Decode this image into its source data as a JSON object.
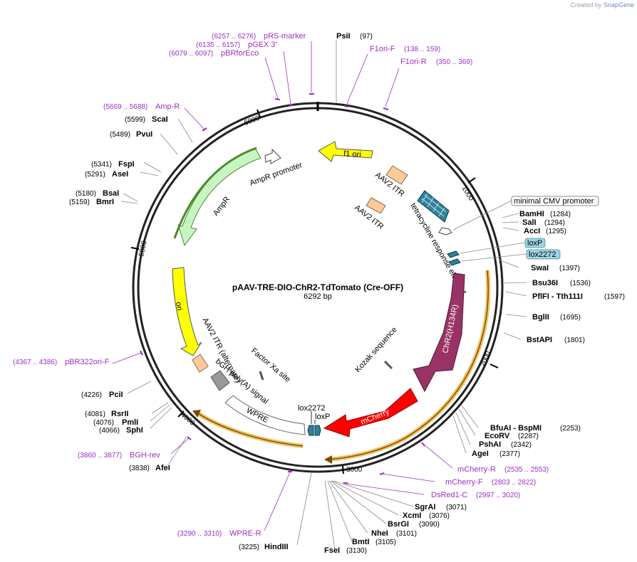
{
  "credit": {
    "prefix": "Created by",
    "brand": "SnapGene"
  },
  "plasmid": {
    "name": "pAAV-TRE-DIO-ChR2-TdTomato (Cre-OFF)",
    "size_label": "6292 bp"
  },
  "ticks": [
    "1000",
    "2000",
    "3000",
    "4000",
    "5000",
    "6000"
  ],
  "colors": {
    "ampr": "#c6f5c2",
    "ori": "#ffff00",
    "f1ori": "#ffff00",
    "itr": "#ffc99a",
    "chr2": "#993366",
    "mcherry": "#ff0000",
    "poly": "#999999",
    "primer": "#9b2fc7",
    "loxp": "#2e8299",
    "orf_gold": "#f0c060",
    "orf_dark": "#7a4a00",
    "ampr_dark": "#4d8a2a"
  },
  "features": {
    "f1ori": "f1 ori",
    "aav2itr_a": "AAV2 ITR",
    "aav2itr_b": "AAV2 ITR",
    "tre": "tetracycline response element",
    "minimal_cmv": "minimal CMV promoter",
    "loxp_box": "loxP",
    "lox2272_box": "lox2272",
    "chr2": "ChR2(H134R)",
    "kozak": "Kozak sequence",
    "mcherry": "mCherry",
    "lox2272": "lox2272",
    "loxp": "loxP",
    "wpre": "WPRE",
    "bgh": "bGH poly(A) signal",
    "aav2itr_alt": "AAV2 ITR (alternate)",
    "factor_xa": "Factor Xa site",
    "ori": "ori",
    "ampr": "AmpR",
    "ampr_promoter": "AmpR promoter"
  },
  "sites": [
    {
      "name": "PsiI",
      "pos": "(97)"
    },
    {
      "name": "BamHI",
      "pos": "(1284)"
    },
    {
      "name": "SalI",
      "pos": "(1294)"
    },
    {
      "name": "AccI",
      "pos": "(1295)"
    },
    {
      "name": "SwaI",
      "pos": "(1397)"
    },
    {
      "name": "Bsu36I",
      "pos": "(1536)"
    },
    {
      "name": "PflFI - Tth111I",
      "pos": "(1597)"
    },
    {
      "name": "BglII",
      "pos": "(1695)"
    },
    {
      "name": "BstAPI",
      "pos": "(1801)"
    },
    {
      "name": "BfuAI - BspMI",
      "pos": "(2253)"
    },
    {
      "name": "EcoRV",
      "pos": "(2287)"
    },
    {
      "name": "PshAI",
      "pos": "(2342)"
    },
    {
      "name": "AgeI",
      "pos": "(2377)"
    },
    {
      "name": "SgrAI",
      "pos": "(3071)"
    },
    {
      "name": "XcmI",
      "pos": "(3076)"
    },
    {
      "name": "BsrGI",
      "pos": "(3090)"
    },
    {
      "name": "NheI",
      "pos": "(3101)"
    },
    {
      "name": "BmtI",
      "pos": "(3105)"
    },
    {
      "name": "FseI",
      "pos": "(3130)"
    },
    {
      "name": "HindIII",
      "pos": "(3225)"
    },
    {
      "name": "AfeI",
      "pos": "(3838)"
    },
    {
      "name": "SphI",
      "pos": "(4066)"
    },
    {
      "name": "PmlI",
      "pos": "(4076)"
    },
    {
      "name": "RsrII",
      "pos": "(4081)"
    },
    {
      "name": "PciI",
      "pos": "(4226)"
    },
    {
      "name": "BmrI",
      "pos": "(5159)"
    },
    {
      "name": "BsaI",
      "pos": "(5180)"
    },
    {
      "name": "AseI",
      "pos": "(5291)"
    },
    {
      "name": "FspI",
      "pos": "(5341)"
    },
    {
      "name": "PvuI",
      "pos": "(5489)"
    },
    {
      "name": "ScaI",
      "pos": "(5599)"
    }
  ],
  "primers": [
    {
      "name": "pRS-marker",
      "range": "(6257 .. 6276)"
    },
    {
      "name": "pGEX 3'",
      "range": "(6135 .. 6157)"
    },
    {
      "name": "pBRforEco",
      "range": "(6079 .. 6097)"
    },
    {
      "name": "F1ori-F",
      "range": "(138 .. 159)"
    },
    {
      "name": "F1ori-R",
      "range": "(350 .. 369)"
    },
    {
      "name": "Amp-R",
      "range": "(5669 .. 5688)"
    },
    {
      "name": "pBR322ori-F",
      "range": "(4367 .. 4386)"
    },
    {
      "name": "BGH-rev",
      "range": "(3860 .. 3877)"
    },
    {
      "name": "WPRE-R",
      "range": "(3290 .. 3310)"
    },
    {
      "name": "mCherry-R",
      "range": "(2535 .. 2553)"
    },
    {
      "name": "mCherry-F",
      "range": "(2803 .. 2822)"
    },
    {
      "name": "DsRed1-C",
      "range": "(2997 .. 3020)"
    }
  ]
}
